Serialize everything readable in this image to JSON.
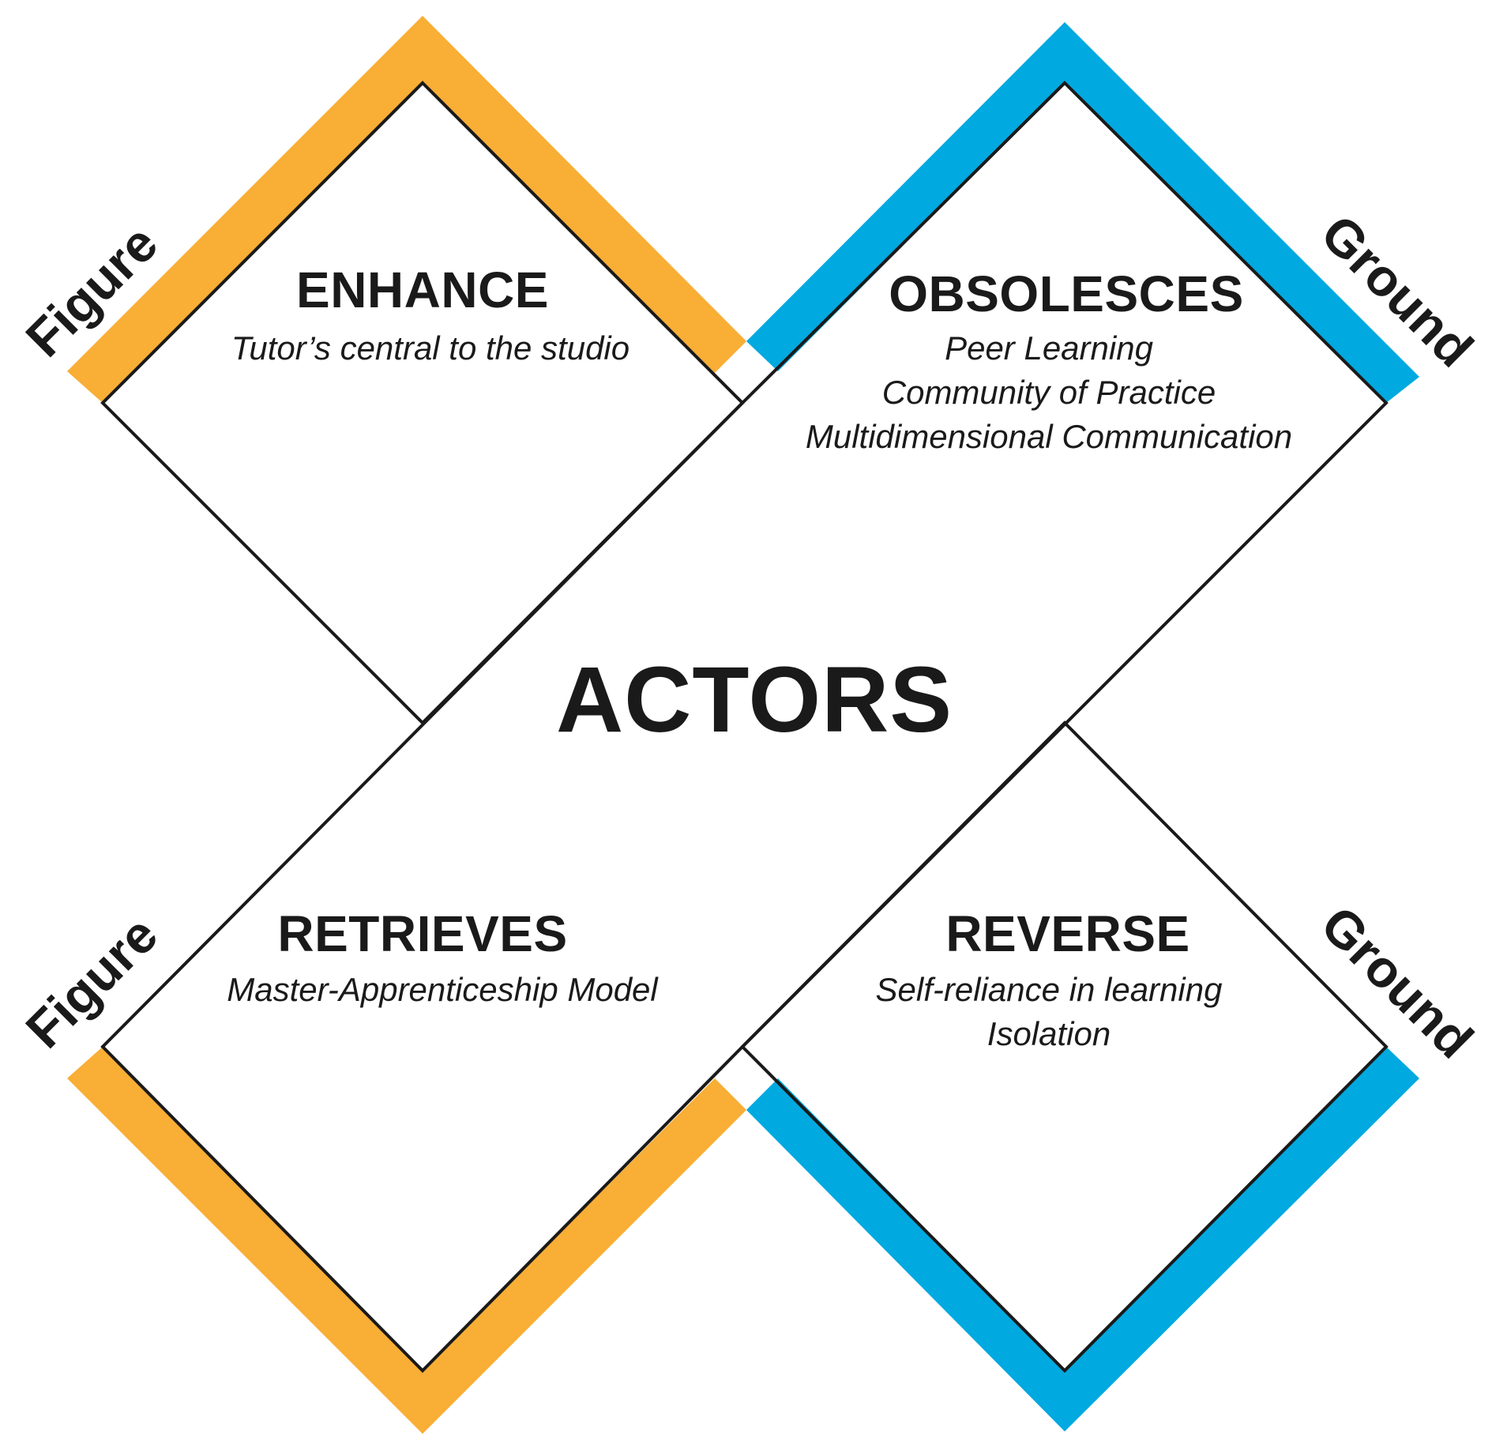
{
  "colors": {
    "figure": "#F9AE35",
    "ground": "#00A9E0",
    "outline": "#1a1a1a"
  },
  "center_title": "ACTORS",
  "quadrants": {
    "enhance": {
      "title": "ENHANCE",
      "items": [
        "Tutor’s central to the studio"
      ]
    },
    "obsolesces": {
      "title": "OBSOLESCES",
      "items": [
        "Peer Learning",
        "Community of Practice",
        "Multidimensional Communication"
      ]
    },
    "retrieves": {
      "title": "RETRIEVES",
      "items": [
        "Master-Apprenticeship Model"
      ]
    },
    "reverse": {
      "title": "REVERSE",
      "items": [
        "Self-reliance in learning",
        "Isolation"
      ]
    }
  },
  "side_labels": {
    "top_left": "Figure",
    "bottom_left": "Figure",
    "top_right": "Ground",
    "bottom_right": "Ground"
  }
}
